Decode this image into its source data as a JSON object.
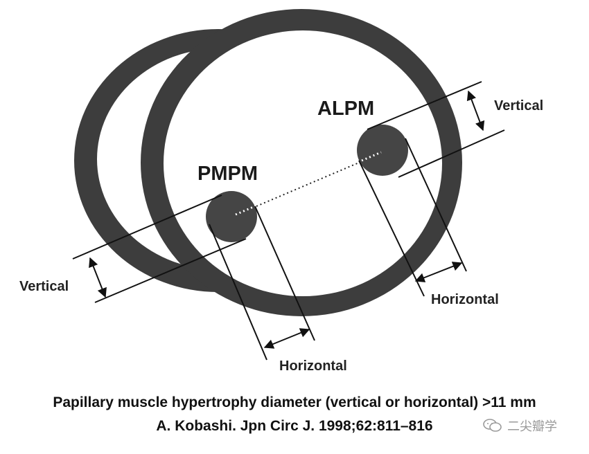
{
  "diagram": {
    "labels": {
      "alpm": "ALPM",
      "pmpm": "PMPM",
      "vertical_right": "Vertical",
      "vertical_left": "Vertical",
      "horizontal_right": "Horizontal",
      "horizontal_bottom": "Horizontal"
    }
  },
  "caption": {
    "line1": "Papillary muscle hypertrophy diameter (vertical or horizontal) >11 mm",
    "line2": "A. Kobashi. Jpn Circ J. 1998;62:811–816"
  },
  "watermark": {
    "text": "二尖瓣学"
  },
  "colors": {
    "wall": "#3c3c3c",
    "line": "#111111",
    "text": "#111111"
  }
}
